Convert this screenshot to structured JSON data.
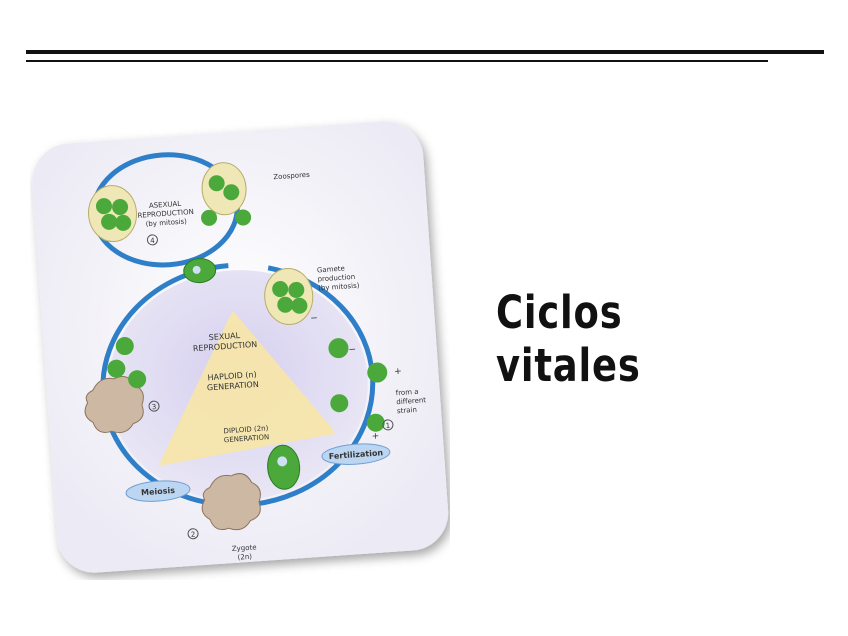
{
  "slide": {
    "title": "Ciclos vitales"
  },
  "diagram": {
    "asexual": [
      "ASEXUAL",
      "REPRODUCTION",
      "(by mitosis)"
    ],
    "zoospores": "Zoospores",
    "gamete": [
      "Gamete",
      "production",
      "(by mitosis)"
    ],
    "sexual": [
      "SEXUAL",
      "REPRODUCTION"
    ],
    "haploid": [
      "HAPLOID (n)",
      "GENERATION"
    ],
    "diploid": [
      "DIPLOID (2n)",
      "GENERATION"
    ],
    "strain": [
      "from a",
      "different",
      "strain"
    ],
    "fertilization": "Fertilization",
    "meiosis": "Meiosis",
    "zygote": [
      "Zygote",
      "(2n)"
    ],
    "steps": [
      "1",
      "2",
      "3",
      "4"
    ],
    "plus": "+",
    "minus": "−",
    "colors": {
      "haploid": "#d9d4f0",
      "diploid": "#f7e6a6",
      "arrow": "#2f7fc8",
      "cell": "#4aa93a",
      "pill": "#bcd6f2"
    }
  }
}
